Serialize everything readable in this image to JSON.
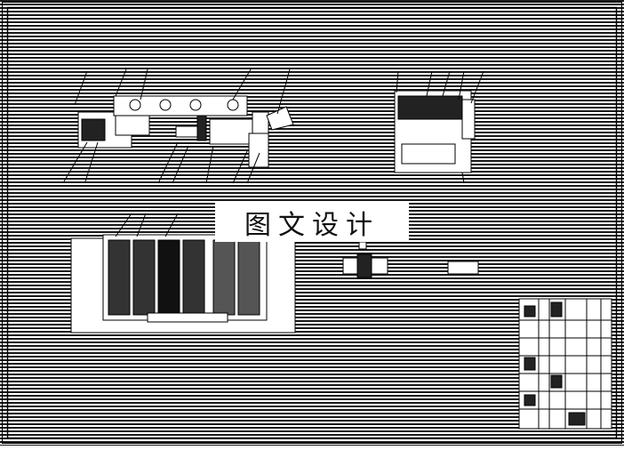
{
  "watermark": {
    "text": "图文设计"
  },
  "colors": {
    "background": "#ffffff",
    "stripe": "#000000",
    "line": "#000000",
    "watermark_bg": "#ffffff"
  },
  "drawing": {
    "views": [
      "front-elevation",
      "side-elevation",
      "plan-view",
      "detail-part"
    ],
    "title_block": "present"
  }
}
